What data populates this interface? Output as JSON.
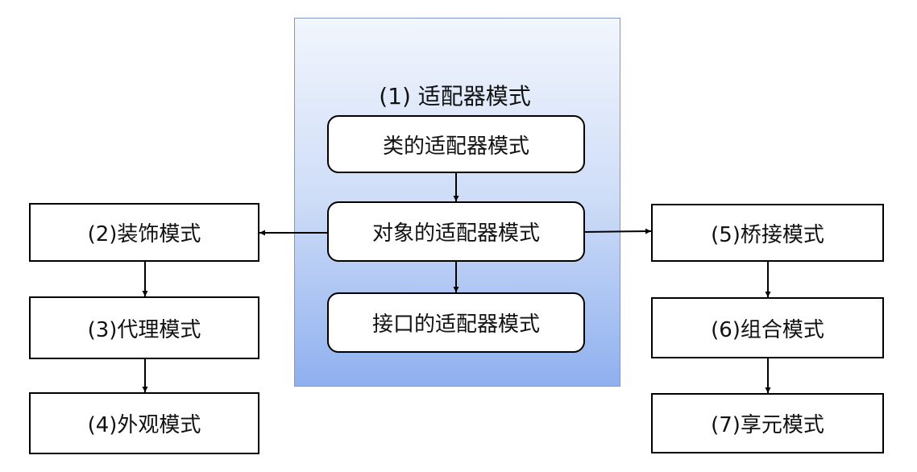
{
  "adapter_group": {
    "title": "(1) 适配器模式",
    "class_adapter": "类的适配器模式",
    "object_adapter": "对象的适配器模式",
    "interface_adapter": "接口的适配器模式"
  },
  "left_chain": {
    "decorator": "(2)装饰模式",
    "proxy": "(3)代理模式",
    "facade": "(4)外观模式"
  },
  "right_chain": {
    "bridge": "(5)桥接模式",
    "composite": "(6)组合模式",
    "flyweight": "(7)享元模式"
  },
  "colors": {
    "panel_top": "#f2f6fd",
    "panel_bottom": "#8fb0ef",
    "panel_border": "#7f97c8",
    "box_border": "#000000",
    "arrow": "#000000"
  }
}
